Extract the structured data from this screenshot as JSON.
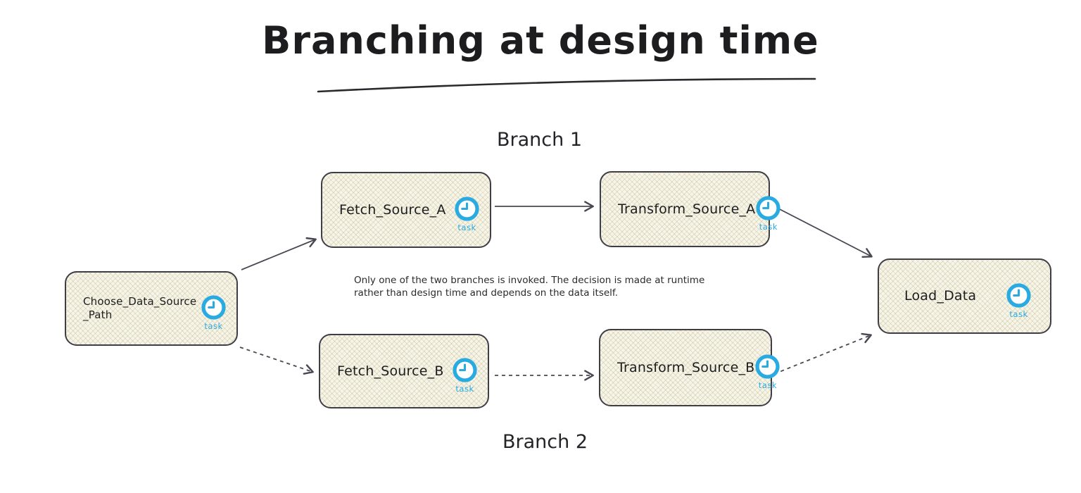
{
  "diagram": {
    "title": "Branching at design time",
    "branch1_label": "Branch 1",
    "branch2_label": "Branch 2",
    "note_lines": [
      "Only one of the two branches is invoked. The decision is made at runtime",
      "rather than design time and depends on the data itself."
    ],
    "nodes": [
      {
        "id": "choose-data-source-path",
        "label": "Choose_Data_Source_Path",
        "badge": "task"
      },
      {
        "id": "fetch-source-a",
        "label": "Fetch_Source_A",
        "badge": "task"
      },
      {
        "id": "transform-source-a",
        "label": "Transform_Source_A",
        "badge": "task"
      },
      {
        "id": "fetch-source-b",
        "label": "Fetch_Source_B",
        "badge": "task"
      },
      {
        "id": "transform-source-b",
        "label": "Transform_Source_B",
        "badge": "task"
      },
      {
        "id": "load-data",
        "label": "Load_Data",
        "badge": "task"
      }
    ],
    "edges": [
      {
        "from": "choose-data-source-path",
        "to": "fetch-source-a",
        "style": "solid"
      },
      {
        "from": "fetch-source-a",
        "to": "transform-source-a",
        "style": "solid"
      },
      {
        "from": "transform-source-a",
        "to": "load-data",
        "style": "solid"
      },
      {
        "from": "choose-data-source-path",
        "to": "fetch-source-b",
        "style": "dashed"
      },
      {
        "from": "fetch-source-b",
        "to": "transform-source-b",
        "style": "dashed"
      },
      {
        "from": "transform-source-b",
        "to": "load-data",
        "style": "dashed"
      }
    ],
    "colors": {
      "task_accent": "#29abe2",
      "node_border": "#3f3d45",
      "node_fill": "#f7f5e9",
      "arrow": "#494752",
      "text": "#1d1d1f"
    }
  }
}
